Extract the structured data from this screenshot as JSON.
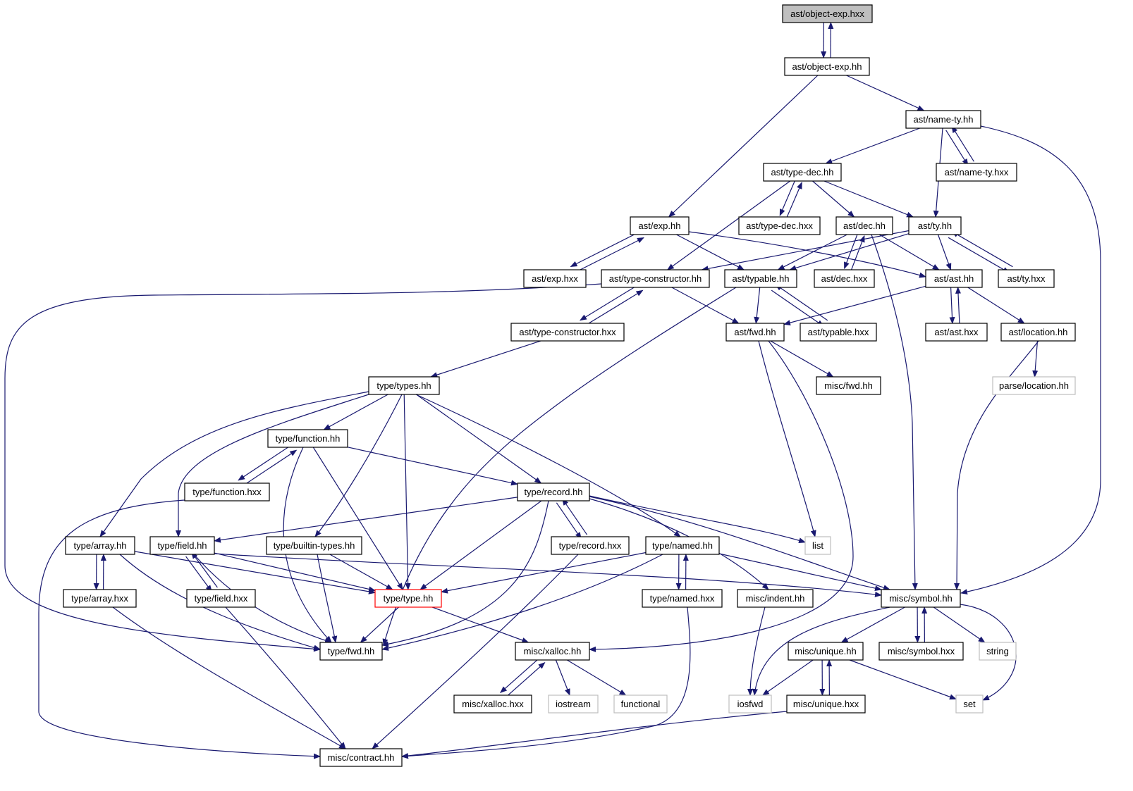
{
  "colors": {
    "edge": "#191970",
    "root_fill": "#bfbfbf",
    "node_border": "#000000",
    "highlight_border": "#ff0000",
    "external_border": "#bfbfbf"
  },
  "nodes": [
    {
      "id": "n0",
      "label": "ast/object-exp.hxx",
      "kind": "root"
    },
    {
      "id": "n1",
      "label": "ast/object-exp.hh",
      "kind": "normal"
    },
    {
      "id": "n2",
      "label": "ast/name-ty.hh",
      "kind": "normal"
    },
    {
      "id": "n3",
      "label": "ast/type-dec.hh",
      "kind": "normal"
    },
    {
      "id": "n4",
      "label": "ast/name-ty.hxx",
      "kind": "normal"
    },
    {
      "id": "n5",
      "label": "ast/exp.hh",
      "kind": "normal"
    },
    {
      "id": "n6",
      "label": "ast/type-dec.hxx",
      "kind": "normal"
    },
    {
      "id": "n7",
      "label": "ast/dec.hh",
      "kind": "normal"
    },
    {
      "id": "n8",
      "label": "ast/ty.hh",
      "kind": "normal"
    },
    {
      "id": "n9",
      "label": "ast/exp.hxx",
      "kind": "normal"
    },
    {
      "id": "n10",
      "label": "ast/type-constructor.hh",
      "kind": "normal"
    },
    {
      "id": "n11",
      "label": "ast/typable.hh",
      "kind": "normal"
    },
    {
      "id": "n12",
      "label": "ast/dec.hxx",
      "kind": "normal"
    },
    {
      "id": "n13",
      "label": "ast/ast.hh",
      "kind": "normal"
    },
    {
      "id": "n14",
      "label": "ast/ty.hxx",
      "kind": "normal"
    },
    {
      "id": "n15",
      "label": "ast/type-constructor.hxx",
      "kind": "normal"
    },
    {
      "id": "n16",
      "label": "ast/fwd.hh",
      "kind": "normal"
    },
    {
      "id": "n17",
      "label": "ast/typable.hxx",
      "kind": "normal"
    },
    {
      "id": "n18",
      "label": "ast/ast.hxx",
      "kind": "normal"
    },
    {
      "id": "n19",
      "label": "ast/location.hh",
      "kind": "normal"
    },
    {
      "id": "n20",
      "label": "type/types.hh",
      "kind": "normal"
    },
    {
      "id": "n21",
      "label": "misc/fwd.hh",
      "kind": "normal"
    },
    {
      "id": "n22",
      "label": "parse/location.hh",
      "kind": "external"
    },
    {
      "id": "n23",
      "label": "type/function.hh",
      "kind": "normal"
    },
    {
      "id": "n24",
      "label": "type/function.hxx",
      "kind": "normal"
    },
    {
      "id": "n25",
      "label": "type/record.hh",
      "kind": "normal"
    },
    {
      "id": "n26",
      "label": "type/array.hh",
      "kind": "normal"
    },
    {
      "id": "n27",
      "label": "type/field.hh",
      "kind": "normal"
    },
    {
      "id": "n28",
      "label": "type/builtin-types.hh",
      "kind": "normal"
    },
    {
      "id": "n29",
      "label": "type/record.hxx",
      "kind": "normal"
    },
    {
      "id": "n30",
      "label": "type/named.hh",
      "kind": "normal"
    },
    {
      "id": "n31",
      "label": "list",
      "kind": "external"
    },
    {
      "id": "n32",
      "label": "type/array.hxx",
      "kind": "normal"
    },
    {
      "id": "n33",
      "label": "type/field.hxx",
      "kind": "normal"
    },
    {
      "id": "n34",
      "label": "type/type.hh",
      "kind": "highlight"
    },
    {
      "id": "n35",
      "label": "type/named.hxx",
      "kind": "normal"
    },
    {
      "id": "n36",
      "label": "misc/indent.hh",
      "kind": "normal"
    },
    {
      "id": "n37",
      "label": "misc/symbol.hh",
      "kind": "normal"
    },
    {
      "id": "n38",
      "label": "type/fwd.hh",
      "kind": "normal"
    },
    {
      "id": "n39",
      "label": "misc/xalloc.hh",
      "kind": "normal"
    },
    {
      "id": "n40",
      "label": "misc/unique.hh",
      "kind": "normal"
    },
    {
      "id": "n41",
      "label": "misc/symbol.hxx",
      "kind": "normal"
    },
    {
      "id": "n42",
      "label": "string",
      "kind": "external"
    },
    {
      "id": "n43",
      "label": "misc/xalloc.hxx",
      "kind": "normal"
    },
    {
      "id": "n44",
      "label": "iostream",
      "kind": "external"
    },
    {
      "id": "n45",
      "label": "functional",
      "kind": "external"
    },
    {
      "id": "n46",
      "label": "iosfwd",
      "kind": "external"
    },
    {
      "id": "n47",
      "label": "misc/unique.hxx",
      "kind": "normal"
    },
    {
      "id": "n48",
      "label": "set",
      "kind": "external"
    },
    {
      "id": "n49",
      "label": "misc/contract.hh",
      "kind": "normal"
    }
  ],
  "edges": [
    [
      "n0",
      "n1"
    ],
    [
      "n1",
      "n0"
    ],
    [
      "n1",
      "n2"
    ],
    [
      "n1",
      "n5"
    ],
    [
      "n2",
      "n3"
    ],
    [
      "n2",
      "n4"
    ],
    [
      "n4",
      "n2"
    ],
    [
      "n2",
      "n8"
    ],
    [
      "n2",
      "n37"
    ],
    [
      "n3",
      "n6"
    ],
    [
      "n6",
      "n3"
    ],
    [
      "n3",
      "n7"
    ],
    [
      "n3",
      "n8"
    ],
    [
      "n3",
      "n10"
    ],
    [
      "n5",
      "n9"
    ],
    [
      "n9",
      "n5"
    ],
    [
      "n5",
      "n11"
    ],
    [
      "n5",
      "n13"
    ],
    [
      "n7",
      "n12"
    ],
    [
      "n12",
      "n7"
    ],
    [
      "n7",
      "n11"
    ],
    [
      "n7",
      "n13"
    ],
    [
      "n7",
      "n37"
    ],
    [
      "n8",
      "n14"
    ],
    [
      "n14",
      "n8"
    ],
    [
      "n8",
      "n13"
    ],
    [
      "n8",
      "n11"
    ],
    [
      "n8",
      "n10"
    ],
    [
      "n10",
      "n15"
    ],
    [
      "n15",
      "n10"
    ],
    [
      "n10",
      "n16"
    ],
    [
      "n10",
      "n38"
    ],
    [
      "n11",
      "n17"
    ],
    [
      "n17",
      "n11"
    ],
    [
      "n11",
      "n16"
    ],
    [
      "n11",
      "n38"
    ],
    [
      "n13",
      "n18"
    ],
    [
      "n18",
      "n13"
    ],
    [
      "n13",
      "n16"
    ],
    [
      "n13",
      "n19"
    ],
    [
      "n15",
      "n20"
    ],
    [
      "n16",
      "n21"
    ],
    [
      "n16",
      "n31"
    ],
    [
      "n16",
      "n39"
    ],
    [
      "n19",
      "n22"
    ],
    [
      "n19",
      "n37"
    ],
    [
      "n20",
      "n23"
    ],
    [
      "n20",
      "n25"
    ],
    [
      "n20",
      "n26"
    ],
    [
      "n20",
      "n27"
    ],
    [
      "n20",
      "n28"
    ],
    [
      "n20",
      "n30"
    ],
    [
      "n20",
      "n34"
    ],
    [
      "n23",
      "n24"
    ],
    [
      "n24",
      "n23"
    ],
    [
      "n23",
      "n25"
    ],
    [
      "n23",
      "n34"
    ],
    [
      "n23",
      "n38"
    ],
    [
      "n24",
      "n49"
    ],
    [
      "n25",
      "n29"
    ],
    [
      "n29",
      "n25"
    ],
    [
      "n25",
      "n27"
    ],
    [
      "n25",
      "n34"
    ],
    [
      "n25",
      "n38"
    ],
    [
      "n25",
      "n36"
    ],
    [
      "n25",
      "n37"
    ],
    [
      "n25",
      "n31"
    ],
    [
      "n26",
      "n32"
    ],
    [
      "n32",
      "n26"
    ],
    [
      "n26",
      "n34"
    ],
    [
      "n26",
      "n38"
    ],
    [
      "n32",
      "n49"
    ],
    [
      "n27",
      "n33"
    ],
    [
      "n33",
      "n27"
    ],
    [
      "n27",
      "n34"
    ],
    [
      "n27",
      "n38"
    ],
    [
      "n27",
      "n37"
    ],
    [
      "n33",
      "n49"
    ],
    [
      "n28",
      "n34"
    ],
    [
      "n28",
      "n38"
    ],
    [
      "n29",
      "n49"
    ],
    [
      "n30",
      "n35"
    ],
    [
      "n35",
      "n30"
    ],
    [
      "n30",
      "n34"
    ],
    [
      "n30",
      "n38"
    ],
    [
      "n30",
      "n37"
    ],
    [
      "n35",
      "n49"
    ],
    [
      "n34",
      "n38"
    ],
    [
      "n34",
      "n39"
    ],
    [
      "n36",
      "n46"
    ],
    [
      "n37",
      "n40"
    ],
    [
      "n37",
      "n41"
    ],
    [
      "n41",
      "n37"
    ],
    [
      "n37",
      "n42"
    ],
    [
      "n37",
      "n48"
    ],
    [
      "n37",
      "n46"
    ],
    [
      "n39",
      "n43"
    ],
    [
      "n43",
      "n39"
    ],
    [
      "n39",
      "n44"
    ],
    [
      "n39",
      "n45"
    ],
    [
      "n40",
      "n47"
    ],
    [
      "n47",
      "n40"
    ],
    [
      "n40",
      "n46"
    ],
    [
      "n40",
      "n48"
    ],
    [
      "n47",
      "n49"
    ]
  ]
}
